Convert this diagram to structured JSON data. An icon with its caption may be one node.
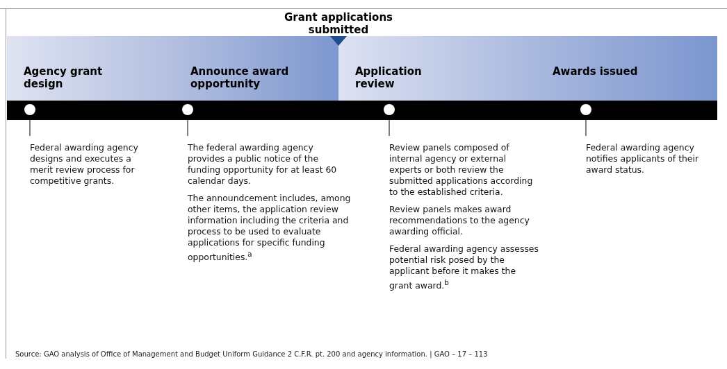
{
  "diagram": {
    "caption": "Source: GAO analysis of Office of Management and Budget Uniform Guidance 2 C.F.R. pt. 200 and agency information. | GAO – 17 – 113",
    "nodes": [
      {
        "text": [
          "Agency grant design"
        ]
      },
      {
        "text": [
          "Announce award opportunity"
        ]
      },
      {
        "text": [
          "Application review"
        ]
      },
      {
        "text": [
          "Awards issued"
        ]
      },
      {
        "text": [],
        "shape": "circle"
      },
      {
        "text": [],
        "shape": "circle"
      },
      {
        "text": [],
        "shape": "circle"
      },
      {
        "text": [],
        "shape": "circle"
      },
      {
        "text": [
          "Federal awarding agency designs and executes a merit review process for competitive grants."
        ]
      },
      {
        "text": [
          "The federal awarding agency provides a public notice of the funding opportunity for at least 60 calendar days.",
          "The announdcement includes, among other items, the application review information including the criteria and process to be used to evaluate applications for specific funding opportunities.$^{a}$"
        ]
      },
      {
        "text": [
          "Review panels composed of internal agency or external experts or both review the submitted applications according to the established criteria.",
          "Review panels makes award recommendations to the agency awarding official.",
          "Federal awarding agency assesses potential risk posed by the applicant before it makes the grant award.$^{b}$"
        ]
      },
      {
        "text": [
          "Federal awarding agency notifies applicants of their award status."
        ]
      }
    ],
    "edges": [
      {
        "from": 4,
        "to": 8,
        "arrow": "none"
      },
      {
        "from": 5,
        "to": 9,
        "arrow": "none"
      },
      {
        "from": 6,
        "to": 10,
        "arrow": "none"
      },
      {
        "from": 7,
        "to": 11,
        "arrow": "none"
      }
    ],
    "labels": [
      "Grant applications submitted"
    ]
  }
}
